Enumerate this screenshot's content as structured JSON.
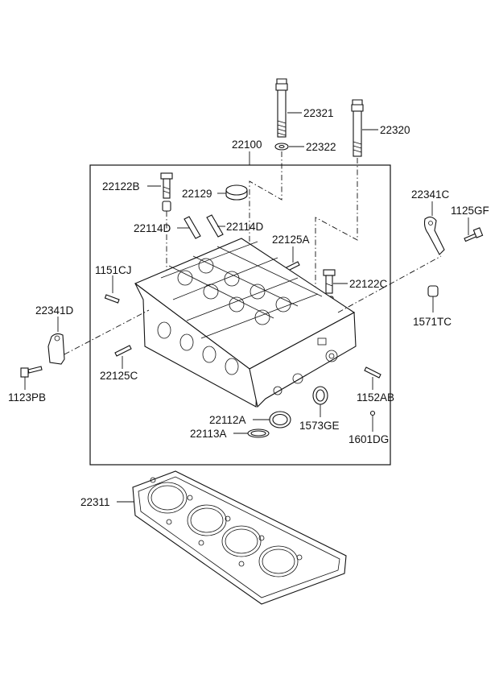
{
  "parts": {
    "p22321": "22321",
    "p22322": "22322",
    "p22320": "22320",
    "p22100": "22100",
    "p22122B": "22122B",
    "p22129": "22129",
    "p22341C": "22341C",
    "p1125GF": "1125GF",
    "p22114D_left": "22114D",
    "p22114D_right": "22114D",
    "p22125A": "22125A",
    "p1151CJ": "1151CJ",
    "p22122C": "22122C",
    "p22341D": "22341D",
    "p1571TC": "1571TC",
    "p22125C": "22125C",
    "p1152AB": "1152AB",
    "p1123PB": "1123PB",
    "p22112A": "22112A",
    "p1573GE": "1573GE",
    "p22113A": "22113A",
    "p1601DG": "1601DG",
    "p22311": "22311"
  },
  "icons": {
    "frame": "assembly-frame",
    "cylinder_head": "cylinder-head-drawing",
    "gasket": "head-gasket-drawing"
  }
}
